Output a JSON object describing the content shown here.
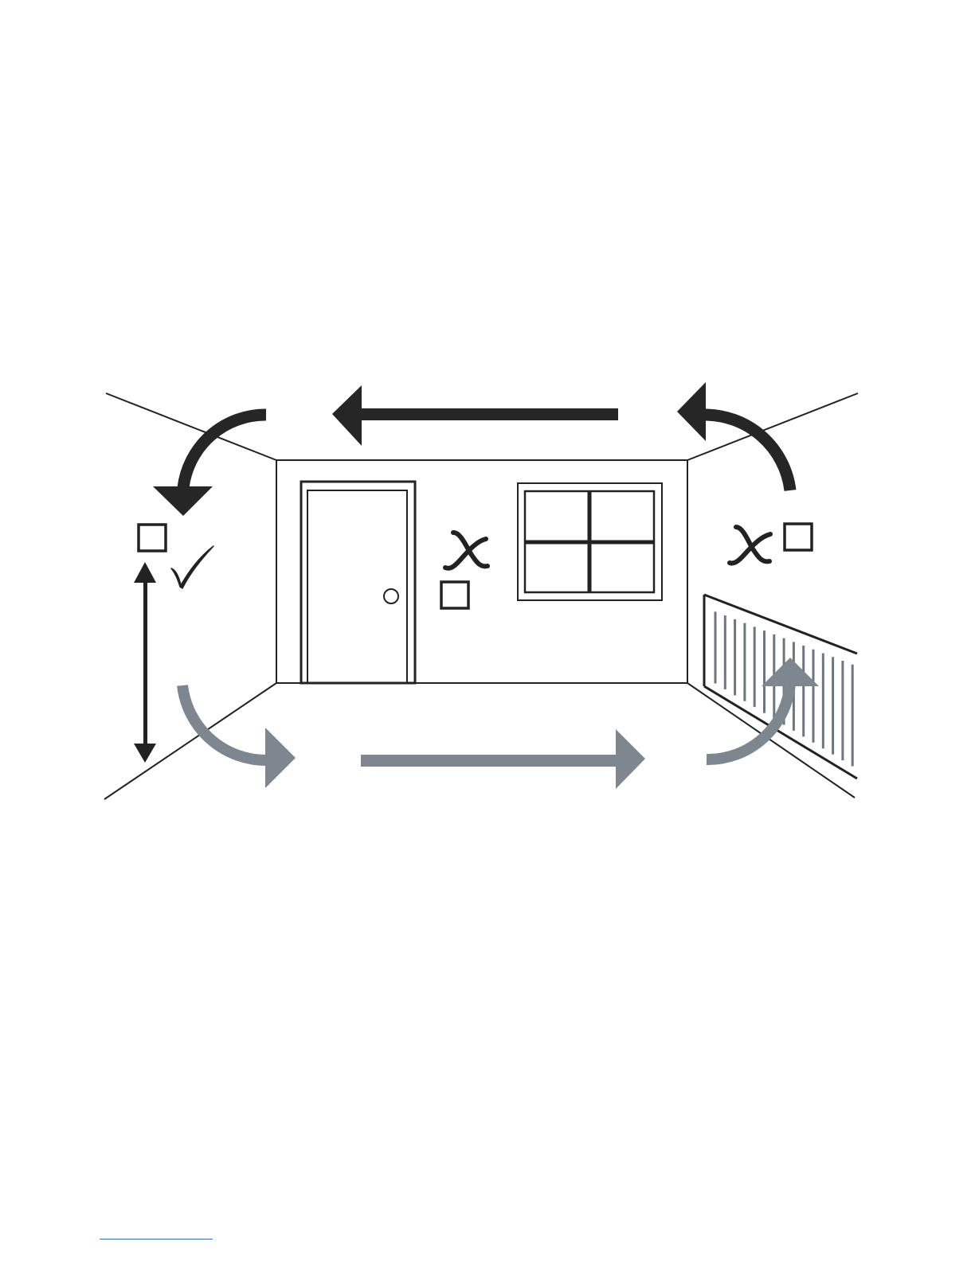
{
  "diagram": {
    "marks": {
      "check_icon": "check-mark",
      "cross_icon": "cross-mark",
      "box_icon": "empty-checkbox"
    },
    "colors": {
      "line": "#222222",
      "dark_arrow": "#262626",
      "gray_arrow": "#7e8790",
      "radiator_bar": "#6b7680",
      "footer_rule": "#3a6fb0"
    }
  }
}
